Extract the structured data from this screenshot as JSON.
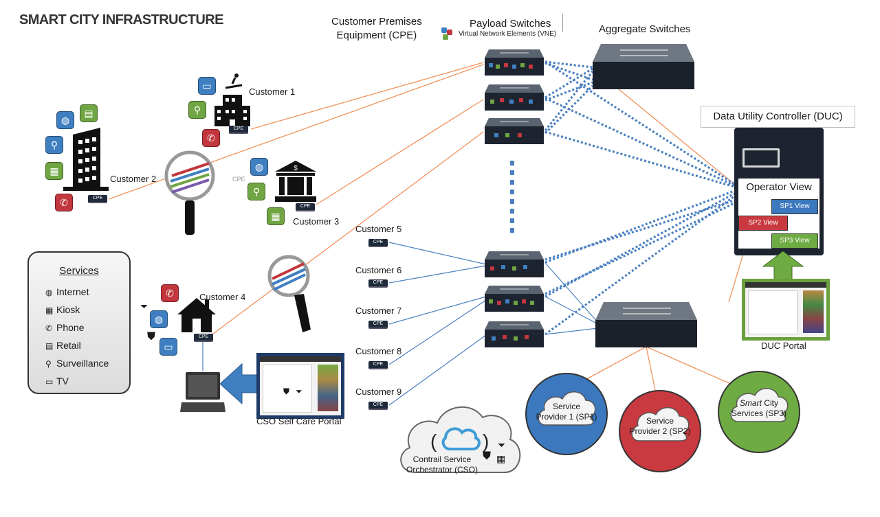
{
  "title": "SMART CITY INFRASTRUCTURE",
  "headers": {
    "cpe": "Customer Premises\nEquipment (CPE)",
    "cpe_line1": "Customer Premises",
    "cpe_line2": "Equipment (CPE)",
    "payload": "Payload Switches",
    "vne": "Virtual Network Elements (VNE)",
    "aggregate": "Aggregate Switches",
    "duc": "Data Utility Controller (DUC)"
  },
  "customers": {
    "c1": "Customer 1",
    "c2": "Customer 2",
    "c3": "Customer 3",
    "c4": "Customer 4",
    "c5": "Customer 5",
    "c6": "Customer 6",
    "c7": "Customer 7",
    "c8": "Customer 8",
    "c9": "Customer 9"
  },
  "cpe_tag": "CPE",
  "services": {
    "heading": "Services",
    "items": [
      "Internet",
      "Kiosk",
      "Phone",
      "Retail",
      "Surveillance",
      "TV"
    ]
  },
  "duc": {
    "operator_view": "Operator View",
    "sp1_view": "SP1 View",
    "sp2_view": "SP2 View",
    "sp3_view": "SP3 View",
    "portal": "DUC Portal"
  },
  "cso_portal": "CSO Self Care Portal",
  "providers": {
    "sp1_line1": "Service",
    "sp1_line2": "Provider 1 (SP1)",
    "sp2_line1": "Service",
    "sp2_line2": "Provider 2 (SP2)",
    "sp3_line1_italic": "Smart",
    "sp3_line1_rest": " City",
    "sp3_line2": "Services (SP3)",
    "cso_line1": "Contrail Service",
    "cso_line2": "Orchestrator (CSO)"
  },
  "colors": {
    "orange_line": "#f0925a",
    "blue_line": "#4a80c0",
    "sp1": "#3c78be",
    "sp2": "#c83a3f",
    "sp3": "#6fab43",
    "duc_body": "#1d2430"
  },
  "icons": [
    "tv-icon",
    "treadmill-icon",
    "surveillance-camera-icon",
    "phone-icon",
    "internet-icon",
    "retail-register-icon",
    "atm-kiosk-icon",
    "office-building-icon",
    "bank-building-icon",
    "house-icon",
    "magnifier-icon",
    "laptop-icon",
    "cloud-icon",
    "shield-icon",
    "filter-icon",
    "firewall-icon"
  ]
}
